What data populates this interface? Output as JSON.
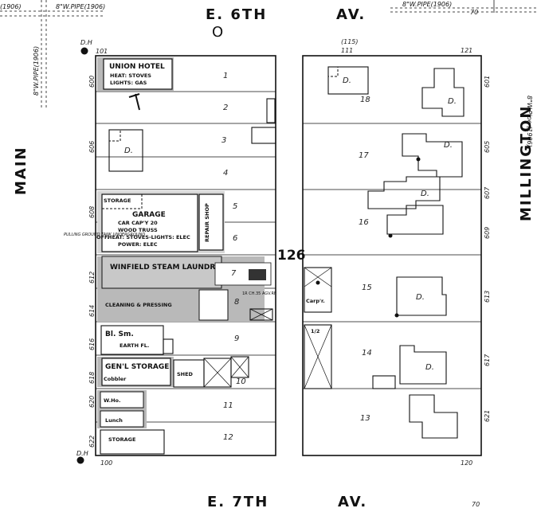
{
  "streets": {
    "top_name": "E. 6TH",
    "top_suffix": "AV.",
    "top_mark": "O",
    "bottom_name": "E. 7TH",
    "bottom_suffix": "AV.",
    "left_name": "MAIN",
    "right_name": "MILLINGTON"
  },
  "pipes": {
    "top_left_year": "(1906)",
    "top_left_pipe": "8\"W.PIPE(1906)",
    "vertical_left_pipe": "8\"W.PIPE(1906)",
    "top_right_pipe": "8\"W.PIPE(1906)",
    "right_pipe_note": "8\"W.Pipe (1906)"
  },
  "hydrants": {
    "top": "D.H",
    "bottom": "D.H"
  },
  "block_number": "126",
  "corner_numbers": {
    "west_top": "101",
    "west_bottom": "100",
    "east_top_left": "111",
    "east_top_left_paren": "(115)",
    "east_top_right": "121",
    "east_bottom": "120",
    "right_top_mark": "70",
    "right_bottom_mark": "70"
  },
  "west_lots": [
    "1",
    "2",
    "3",
    "4",
    "5",
    "6",
    "7",
    "8",
    "9",
    "10",
    "11",
    "12"
  ],
  "east_lots": [
    "18",
    "17",
    "16",
    "15",
    "14",
    "13"
  ],
  "west_addresses": [
    "600",
    "606",
    "608",
    "612",
    "614",
    "616",
    "618",
    "620",
    "622"
  ],
  "east_addresses": [
    "601",
    "605",
    "607",
    "609",
    "613",
    "617",
    "621"
  ],
  "buildings": {
    "hotel_name": "UNION HOTEL",
    "hotel_heat": "HEAT: STOVES",
    "hotel_lights": "LIGHTS: GAS",
    "garage_storage": "STORAGE",
    "garage_name": "GARAGE",
    "garage_capacity": "CAR CAP'Y 20",
    "garage_trucks": "WOOD TRUSS",
    "garage_heat": "HEAT: STOVES-LIGHTS: ELEC",
    "garage_power": "POWER: ELEC",
    "repair_shop": "REPAIR SHOP",
    "office": "OFF.",
    "laundry": "WINFIELD STEAM LAUNDRY",
    "cleaning": "CLEANING & PRESSING",
    "blacksmith": "Bl. Sm.",
    "earth_fl": "EARTH FL.",
    "general_storage": "GEN'L STORAGE",
    "cobbler": "Cobbler",
    "shed": "SHED",
    "warehouse": "W.Ho.",
    "lunch": "Lunch",
    "storage_bottom": "STORAGE",
    "carpenter": "Carp'r.",
    "dwelling": "D.",
    "half": "1/2",
    "boiler": "1R CH.35 AGV.RF",
    "side_note": "PULLING GROUND TANK UNDERGROUND"
  }
}
